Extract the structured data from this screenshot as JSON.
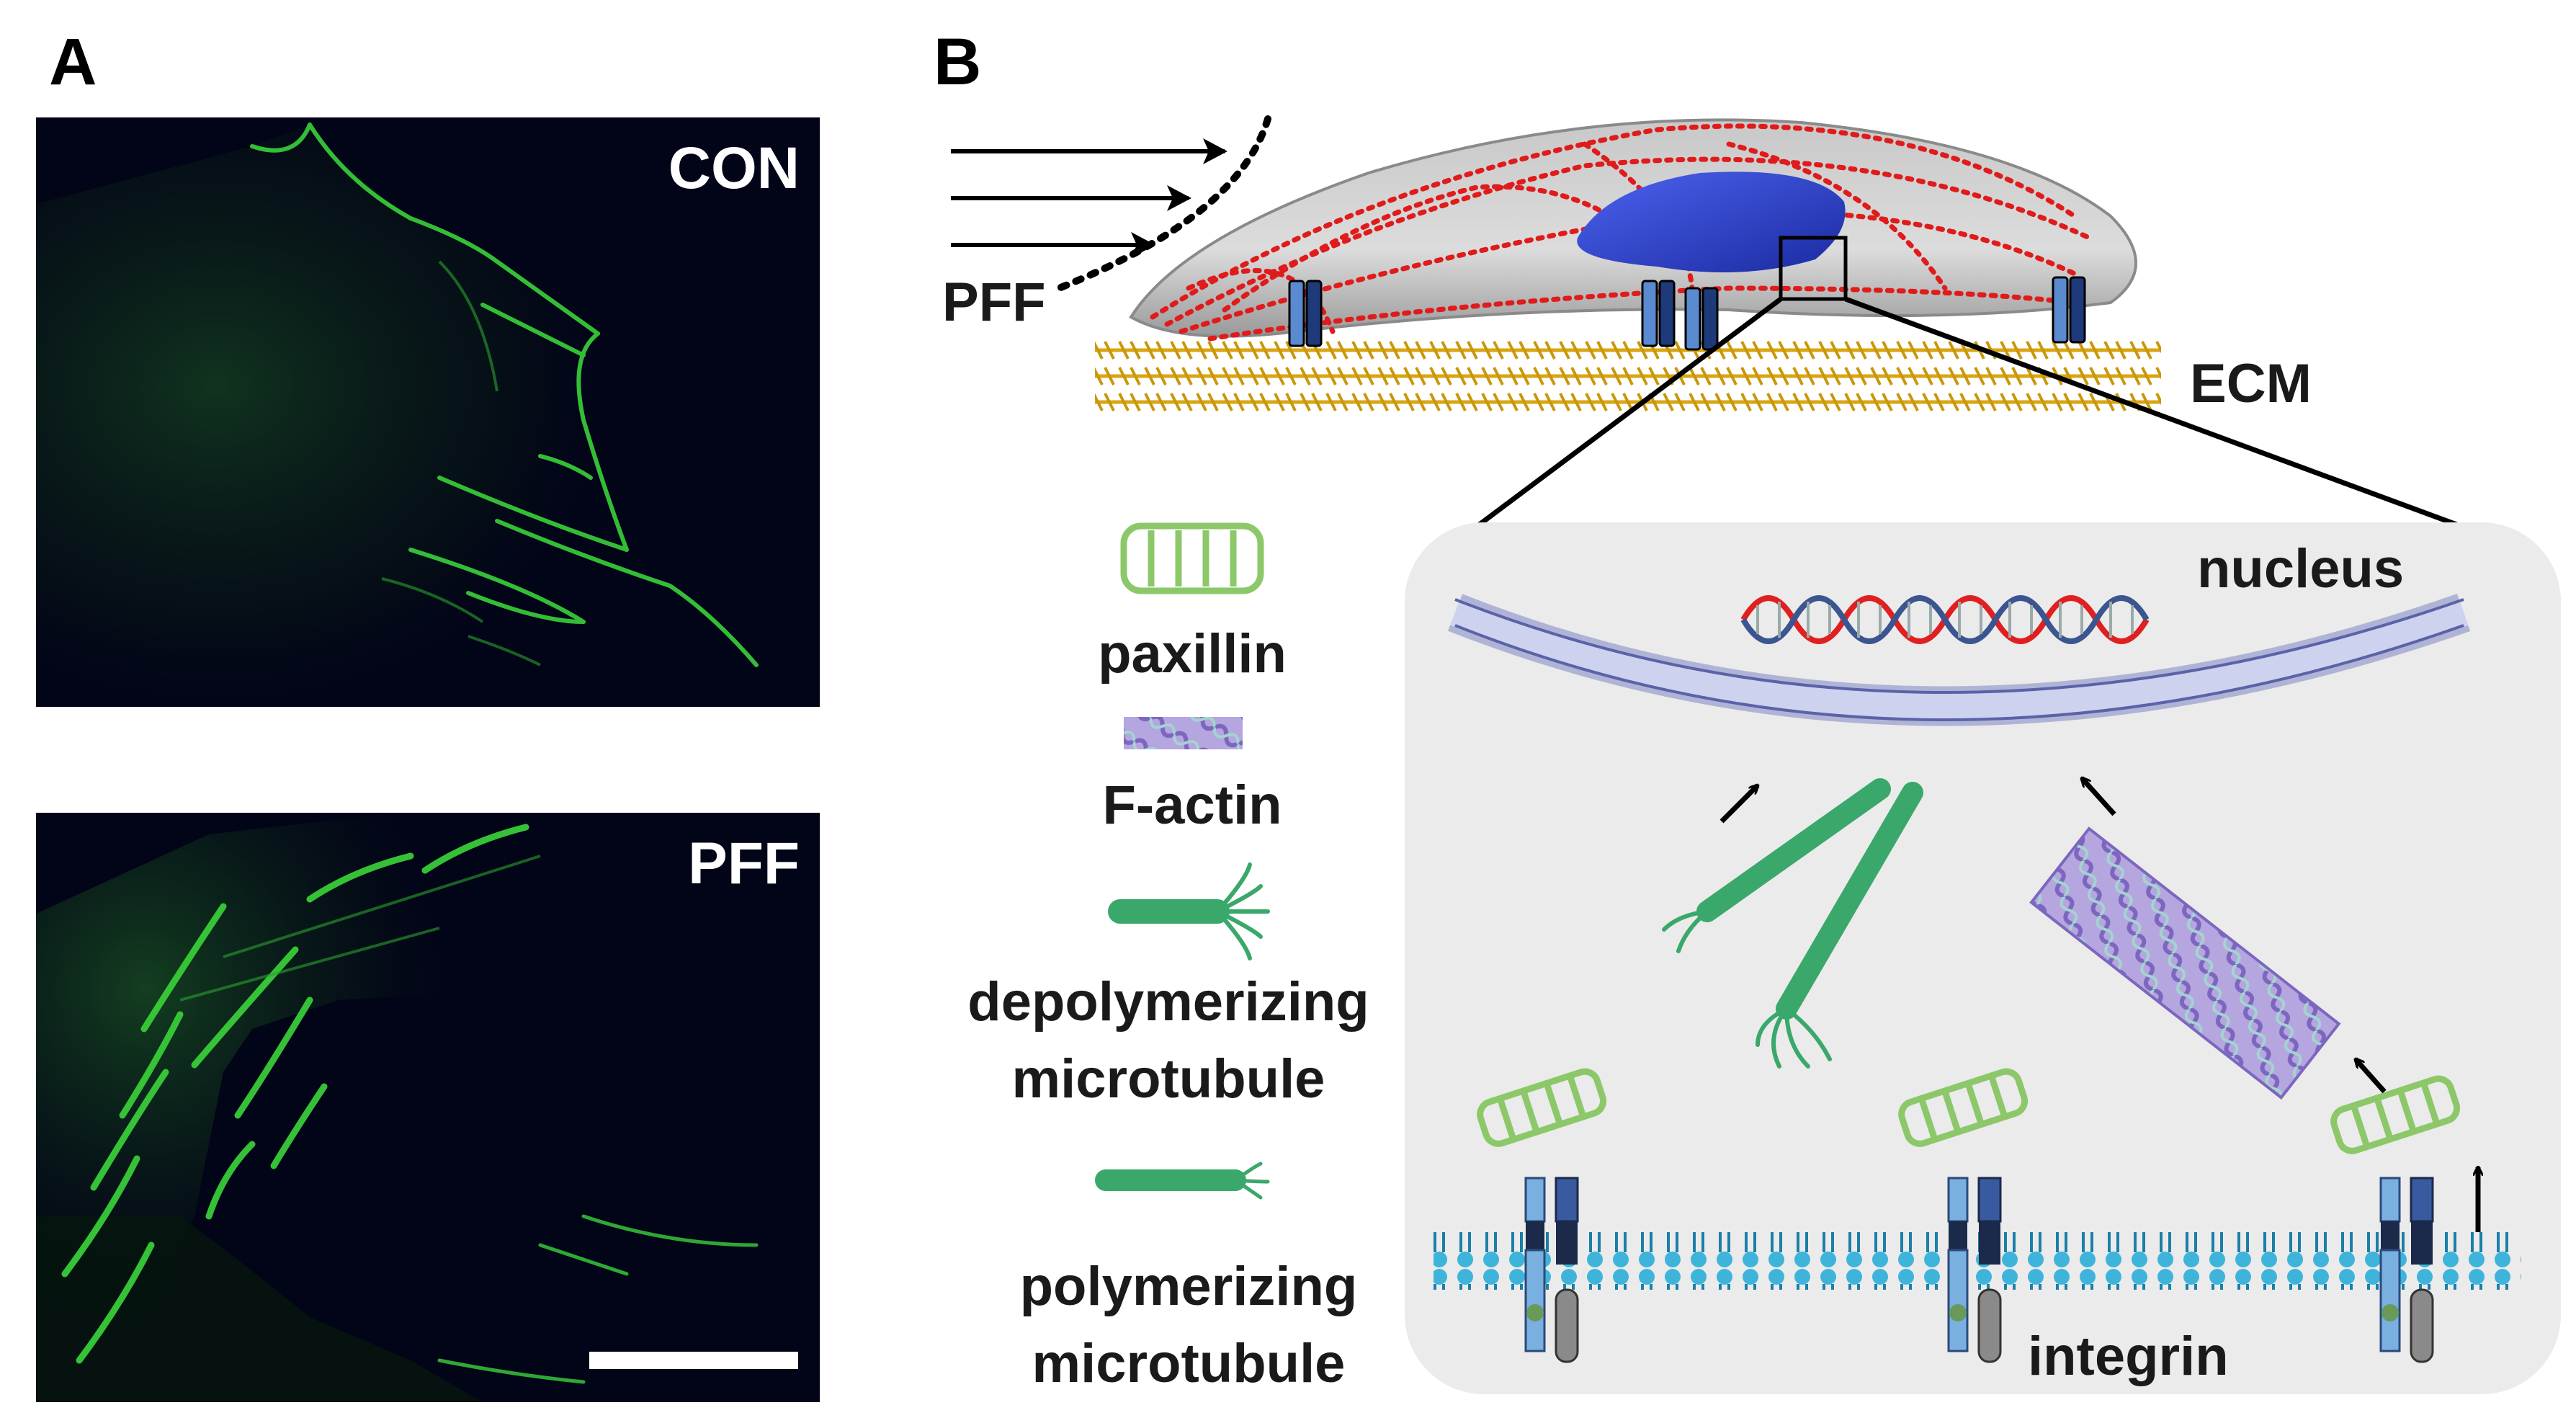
{
  "panels": {
    "a": {
      "letter": "A",
      "top_image_label": "CON",
      "bottom_image_label": "PFF"
    },
    "b": {
      "letter": "B",
      "flow_label": "PFF",
      "ecm_label": "ECM",
      "nucleus_label": "nucleus",
      "integrin_label": "integrin",
      "legend": {
        "paxillin": "paxillin",
        "factin": "F-actin",
        "depoly_line1": "depolymerizing",
        "depoly_line2": "microtubule",
        "poly_line1": "polymerizing",
        "poly_line2": "microtubule"
      }
    }
  },
  "colors": {
    "stain_green": "#3ad13a",
    "micrograph_bg": "#020418",
    "nucleus_blue": "#2f46d8",
    "stress_fiber_red": "#e01b1b",
    "ecm_gold": "#d9a514",
    "membrane_cyan": "#2aa7cf",
    "paxillin_green": "#8cc86a",
    "factin_purple": "#9a86c8",
    "microtubule_green": "#3aa86a",
    "inset_bg": "#ebebeb"
  },
  "icons": [
    "cell-icon",
    "nucleus-icon",
    "integrin-icon",
    "dna-helix-icon",
    "arrow-icon"
  ]
}
